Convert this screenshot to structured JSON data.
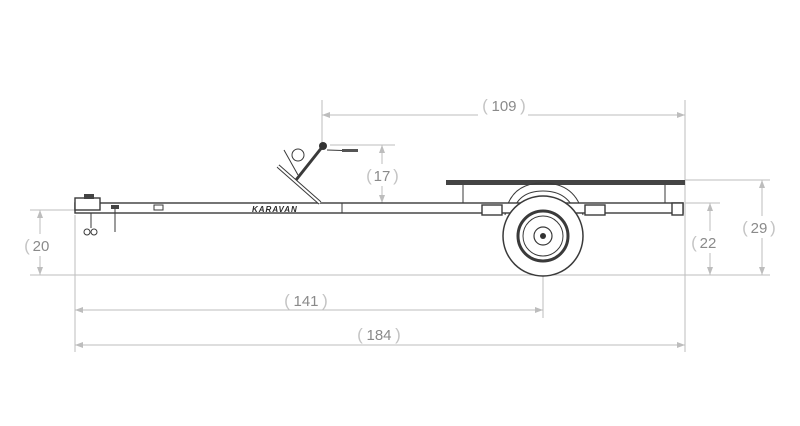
{
  "brand": "KARAVAN",
  "dimensions": {
    "length_to_bunk_front": "109",
    "winch_post_height": "17",
    "tongue_height": "20",
    "frame_rear_height": "22",
    "bunk_height": "29",
    "coupler_to_axle": "141",
    "overall_length": "184"
  }
}
